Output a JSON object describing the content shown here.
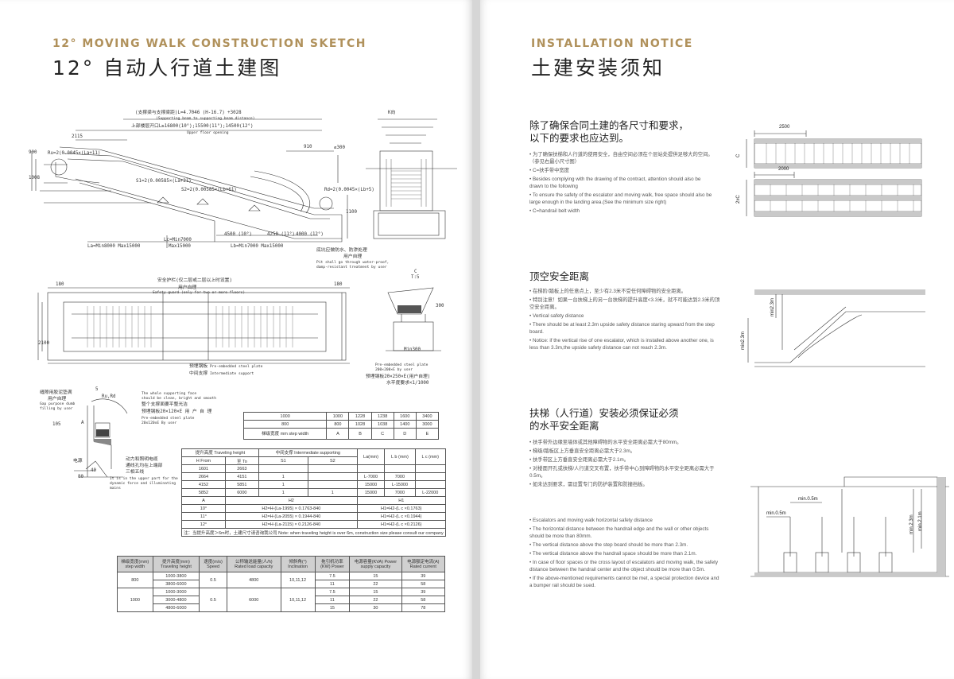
{
  "left_page": {
    "heading_en": "12° MOVING WALK CONSTRUCTION SKETCH",
    "heading_cn": "12° 自动人行道土建图",
    "labels": {
      "beam": "(支撑梁与支撑梁距)L=4.7046 (H-16.7) +3028",
      "beam_en": "(Supporting beam to supporting beam distance)",
      "opening": "上部楼层开口L≥16800(10°);15500(11°);14500(12°)",
      "opening_en": "Upper floor opening",
      "d2115": "2115",
      "d910": "910",
      "d300": "≤300",
      "d900": "900",
      "d1008": "1008",
      "d1100": "1100",
      "ru": "Ru=2(0.0045×(La+11)",
      "s1": "S1=2(0.00585×(La+21)",
      "s2": "S2=2(0.00585×(Lb+61)",
      "rd": "Rd=2(0.0045×(Lb+5)",
      "d4500": "4500 (10°)",
      "d4250": "4250 (11°)",
      "d4000": "4000 (12°)",
      "lc": "Lc=Min7000",
      "lc_max": "Max15000",
      "la": "La=Min8000  Max15000",
      "lb": "Lb=Min7000  Max15000",
      "pit": "底坑应做防水、防渗处理",
      "pit_user": "用户自理",
      "pit_en1": "Pit shall go through water-proof,",
      "pit_en2": "damp-resistant treatment by user",
      "guard": "安全护栏(仅二层或二层以上时设置)",
      "guard_user": "用户自理",
      "guard_en": "Safety guard (only for two or more floors)",
      "d180a": "180",
      "d180b": "180",
      "d2100": "2100",
      "plate1": "预埋钢板",
      "plate1_en": "Pre-embedded steel plate",
      "mid": "中间支撑",
      "mid_en": "Intermediate support",
      "krui": "K向",
      "c": "C",
      "t": "T:5",
      "d300b": "300",
      "min300": "Min300",
      "plate2": "Pre-embedded steel plate",
      "plate2_size": "200×200×E by user",
      "plate3": "预埋钢板20×250×E(用户自理)",
      "level": "水平度要求<1/1000",
      "gap": "缝隙用胶泥垫满",
      "gap_user": "用户自理",
      "gap_en1": "Gap purpose dumb",
      "gap_en2": "filling by user",
      "face_en1": "The whole supporting face",
      "face_en2": "should be clean, bright and smooth",
      "face_cn": "整个支撑面要平整光洁",
      "plate4": "预埋钢板20×120×E 用 户 自 理",
      "plate4_en1": "Pre-embedded steel plate",
      "plate4_en2": "20x120xE By user",
      "power": "电源",
      "power_cn1": "动力和照明电缆",
      "power_cn2": "通线孔均在上端部",
      "power_cn3": "三相五线",
      "power_en1": "It is in the upper part for the",
      "power_en2": "dynamic force and illuminating",
      "power_en3": "mains",
      "d5": "5",
      "d40": "40",
      "d80": "80",
      "rurd": "Ru,Rd",
      "d105": "105",
      "a_lbl": "A"
    },
    "width_table": {
      "rows": [
        [
          "1000",
          "1000",
          "1228",
          "1238",
          "1600",
          "3400"
        ],
        [
          "800",
          "800",
          "1028",
          "1038",
          "1400",
          "3000"
        ],
        [
          "梯级宽度 mm step width",
          "A",
          "B",
          "C",
          "D",
          "E"
        ]
      ]
    },
    "height_table": {
      "header1": [
        "提升高度 Traveling height",
        "中间支撑 Intermediate supporting",
        "La(mm)",
        "L b (mm)",
        "L c (mm)"
      ],
      "header2": [
        "H From",
        "至 To",
        "S1",
        "S2"
      ],
      "rows": [
        [
          "1601",
          "2663",
          "",
          "",
          "",
          "",
          ""
        ],
        [
          "2664",
          "4151",
          "1",
          "",
          "L-7000",
          "7000",
          ""
        ],
        [
          "4152",
          "5851",
          "1",
          "",
          "15000",
          "L-15000",
          ""
        ],
        [
          "5852",
          "6000",
          "1",
          "1",
          "15000",
          "7000",
          "L-22000"
        ]
      ],
      "angle_header": [
        "A",
        "H2",
        "H1"
      ],
      "angle_rows": [
        [
          "10°",
          "H2=H-(La-1995) × 0.1763-840",
          "H1=H2-(L c ×0.1763)"
        ],
        [
          "11°",
          "H2=H-(La-2055) × 0.1944-840",
          "H1=H2-(L c ×0.1944)"
        ],
        [
          "12°",
          "H2=H-(La-2115) × 0.2126-840",
          "H1=H2-(L c ×0.2126)"
        ]
      ],
      "note": "注：当提升高度＞6m时，土建尺寸请咨询我公司   Note: when traveling height is over 6m, construction size please consult our company"
    },
    "spec_table": {
      "header": [
        "梯级宽度(mm) step width",
        "提升高度(mm) Traveling height",
        "速度(m/s) Speed",
        "公称输送能量(人/h) Rated load capacity",
        "倾斜角(°) Inclination",
        "拖引机功率(KW) Power",
        "电源容量(KVA) Power supply capacity",
        "电源额定电流(A) Rated current"
      ],
      "groups": [
        {
          "width": "800",
          "speed": "0.5",
          "capacity": "4800",
          "incl": "10,11,12",
          "rows": [
            [
              "1000-3800",
              "7.5",
              "15",
              "39"
            ],
            [
              "3800-6000",
              "11",
              "22",
              "58"
            ]
          ]
        },
        {
          "width": "1000",
          "speed": "0.5",
          "capacity": "6000",
          "incl": "10,11,12",
          "rows": [
            [
              "1000-3000",
              "7.5",
              "15",
              "39"
            ],
            [
              "3000-4800",
              "11",
              "22",
              "58"
            ],
            [
              "4800-6000",
              "15",
              "30",
              "78"
            ]
          ]
        }
      ]
    }
  },
  "right_page": {
    "heading_en": "INSTALLATION NOTICE",
    "heading_cn": "土建安装须知",
    "sec1": {
      "title1": "除了确保合同土建的各尺寸和要求，",
      "title2": "以下的要求也应达到。",
      "bullets": [
        "为了确保扶梯和人行道的使用安全，自由空间必须在个层站处提供足够大的空间。（参见右最小尺寸图）",
        "C=扶手带中宽度",
        "Besides complying with the drawing of the contract, attention should also be drawn to the following",
        "To ensure the safety of the escalator and moving walk, free space should also be large enough in the landing area.(See the minimum size right)",
        "C=handrail belt width"
      ],
      "d2500": "2500",
      "d2000": "2000",
      "c": "C",
      "c2": "2xC"
    },
    "sec2": {
      "title": "顶空安全距离",
      "bullets": [
        "在梯阶/踏板上的任意点上，至少有2.3米不受任何障碍物的安全距离。",
        "特别注意！如果一台扶梯上的另一台扶梯的提升高度<3.3米，就不可能达到2.3米的顶空安全距离。",
        "Vertical safety distance",
        "There should be at least 2.3m upside safety distance staring upward from the step board.",
        "Notice: if the vertical rise of one escalator, which is installed above another one, is less than 3.3m,the upside safety distance can not reach 2.3m."
      ],
      "m1": "min2.3m",
      "m2": "min2.3m"
    },
    "sec3": {
      "title1": "扶梯（人行道）安装必须保证必须",
      "title2": "的水平安全距离",
      "bullets": [
        "扶手带外边缘至墙体或其他障碍物的水平安全距离必需大于80mm。",
        "梯级/踏板区上方垂直安全距离必需大于2.3m。",
        "扶手带区上方垂直安全距离必需大于2.1m。",
        "对楼面开孔或扶梯/人行道交叉布置，扶手带中心到障碍物的水平安全距离必需大于0.5m。",
        "如未达到要求，需设置专门的防护装置和防撞挡板。"
      ],
      "bullets_en": [
        "Escalators and moving walk horizontal safety distance",
        "The horizontal distance between the handrail edge and the wall or other objects should be more than 80mm.",
        "The vertical distance above the step board should be more than 2.3m.",
        "The vertical distance above the handrail space should be more than 2.1m.",
        "In case of floor spaces or the cross layout of escalators and moving walk, the safety distance between the handrail center and the object should be more than 0.5m.",
        "If the above-mentioned requirements cannot be met, a special protection device and a bumper rail should be sued."
      ],
      "m05a": "min.0.5m",
      "m05b": "min.0.5m",
      "m23": "min.2.3m",
      "m21": "min.2.1m"
    }
  }
}
